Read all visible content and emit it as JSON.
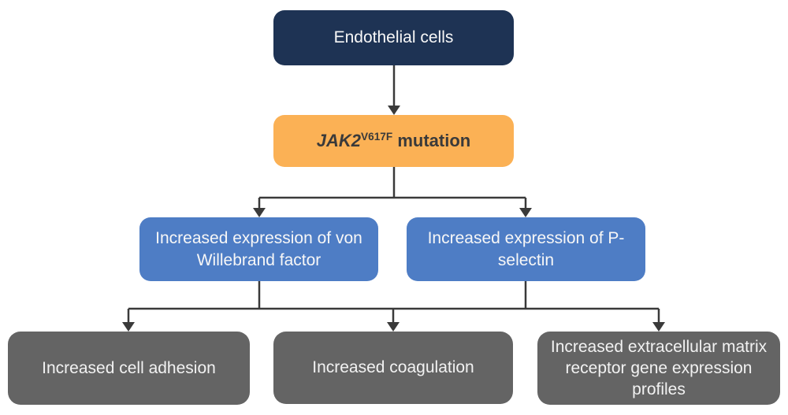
{
  "diagram": {
    "type": "flowchart",
    "background_color": "#ffffff",
    "colors": {
      "root_box": "#1e3354",
      "mutation_box": "#fbb155",
      "expression_box": "#4e7dc5",
      "outcome_box": "#646464",
      "connector": "#3a3a3a",
      "light_text": "#f7f7f7",
      "dark_text": "#3a3a3a"
    },
    "nodes": {
      "root": {
        "label": "Endothelial cells"
      },
      "mutation": {
        "gene": "JAK2",
        "superscript": "V617F",
        "suffix": " mutation"
      },
      "vwf": {
        "label": "Increased expression of von Willebrand factor"
      },
      "pselectin": {
        "label": "Increased expression of P-selectin"
      },
      "adhesion": {
        "label": "Increased cell adhesion"
      },
      "coagulation": {
        "label": "Increased coagulation"
      },
      "ecm": {
        "label": "Increased extracellular matrix receptor gene expression profiles"
      }
    },
    "edges": [
      {
        "from": "root",
        "to": "mutation"
      },
      {
        "from": "mutation",
        "to": "vwf"
      },
      {
        "from": "mutation",
        "to": "pselectin"
      },
      {
        "from": "vwf",
        "to": "adhesion"
      },
      {
        "from": "vwf",
        "to": "coagulation"
      },
      {
        "from": "vwf",
        "to": "ecm"
      },
      {
        "from": "pselectin",
        "to": "adhesion"
      },
      {
        "from": "pselectin",
        "to": "coagulation"
      },
      {
        "from": "pselectin",
        "to": "ecm"
      }
    ]
  }
}
